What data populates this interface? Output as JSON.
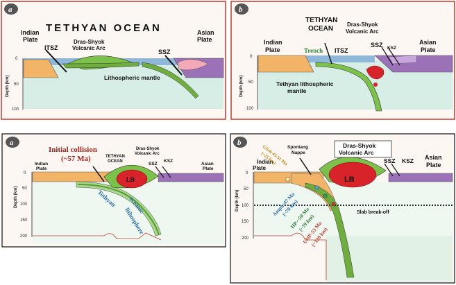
{
  "panels": {
    "top_left": {
      "badge": "a",
      "title": "TETHYAN OCEAN",
      "indian_plate": [
        "Indian",
        "Plate"
      ],
      "asian_plate": [
        "Asian",
        "Plate"
      ],
      "itsz": "ITSZ",
      "ssz": "SSZ",
      "arc": [
        "Dras-Shyok",
        "Volcanic Arc"
      ],
      "mantle": "Lithospheric mantle",
      "depth_label": "Depth (km)",
      "ticks": [
        "0",
        "50",
        "100"
      ]
    },
    "top_right": {
      "badge": "b",
      "title": [
        "TETHYAN",
        "OCEAN"
      ],
      "arc": [
        "Dras-Shyok",
        "Volcanic Arc"
      ],
      "indian_plate": [
        "Indian",
        "Plate"
      ],
      "asian_plate": [
        "Asian",
        "Plate"
      ],
      "trench": "Trench",
      "itsz": "ITSZ",
      "ssz": "SSZ",
      "ksz": "KSZ",
      "mantle": [
        "Tethyan lithospheric",
        "mantle"
      ],
      "depth_label": "Depth (km)",
      "ticks": [
        "0",
        "50",
        "100"
      ]
    },
    "bottom_left": {
      "badge": "a",
      "collision": [
        "Initial collision",
        "(~57 Ma)"
      ],
      "tethyan_ocean": [
        "TETHYAN",
        "OCEAN"
      ],
      "arc": [
        "Dras-Shyok",
        "Volcanic Arc"
      ],
      "indian_plate": [
        "Indian",
        "Plate"
      ],
      "asian_plate": [
        "Asian",
        "Plate"
      ],
      "ssz": "SSZ",
      "ksz": "KSZ",
      "lb": "LB",
      "tethyan": "Tethyan",
      "oceanic_lithosphere": [
        "oceanic",
        "lithosphere"
      ],
      "depth_label": "Depth (km)",
      "ticks": [
        "0",
        "50",
        "100",
        "150",
        "200"
      ]
    },
    "bottom_right": {
      "badge": "b",
      "nappe": [
        "Spontang",
        "Nappe"
      ],
      "arc": [
        "Dras-Shyok",
        "Volcanic Arc"
      ],
      "indian_plate": [
        "Indian",
        "Plate"
      ],
      "asian_plate": [
        "Asian",
        "Plate"
      ],
      "ssz": "SSZ",
      "ksz": "KSZ",
      "lb": "LB",
      "gsch": [
        "GSch-45-51 Ma",
        "(~25 km)"
      ],
      "amph": [
        "Amph-47 Ma",
        "(~70 km)"
      ],
      "hp": [
        "HP-~50 Ma",
        "(~70 km)"
      ],
      "uhp": [
        "UHP-53 Ma",
        "(~120 km)"
      ],
      "breakoff": "Slab break-off",
      "depth_label": "Depth (km)",
      "ticks": [
        "0",
        "50",
        "100",
        "150",
        "200"
      ]
    }
  },
  "colors": {
    "frame_red": "#c0392b",
    "ocean_blue": "#8fb8d8",
    "mantle_green": "#d6eee6",
    "indian_orange": "#f2b466",
    "asian_purple": "#9b72b8",
    "arc_green": "#7cc14a",
    "slab_green": "#6fae3e",
    "lb_red": "#d8232a"
  }
}
